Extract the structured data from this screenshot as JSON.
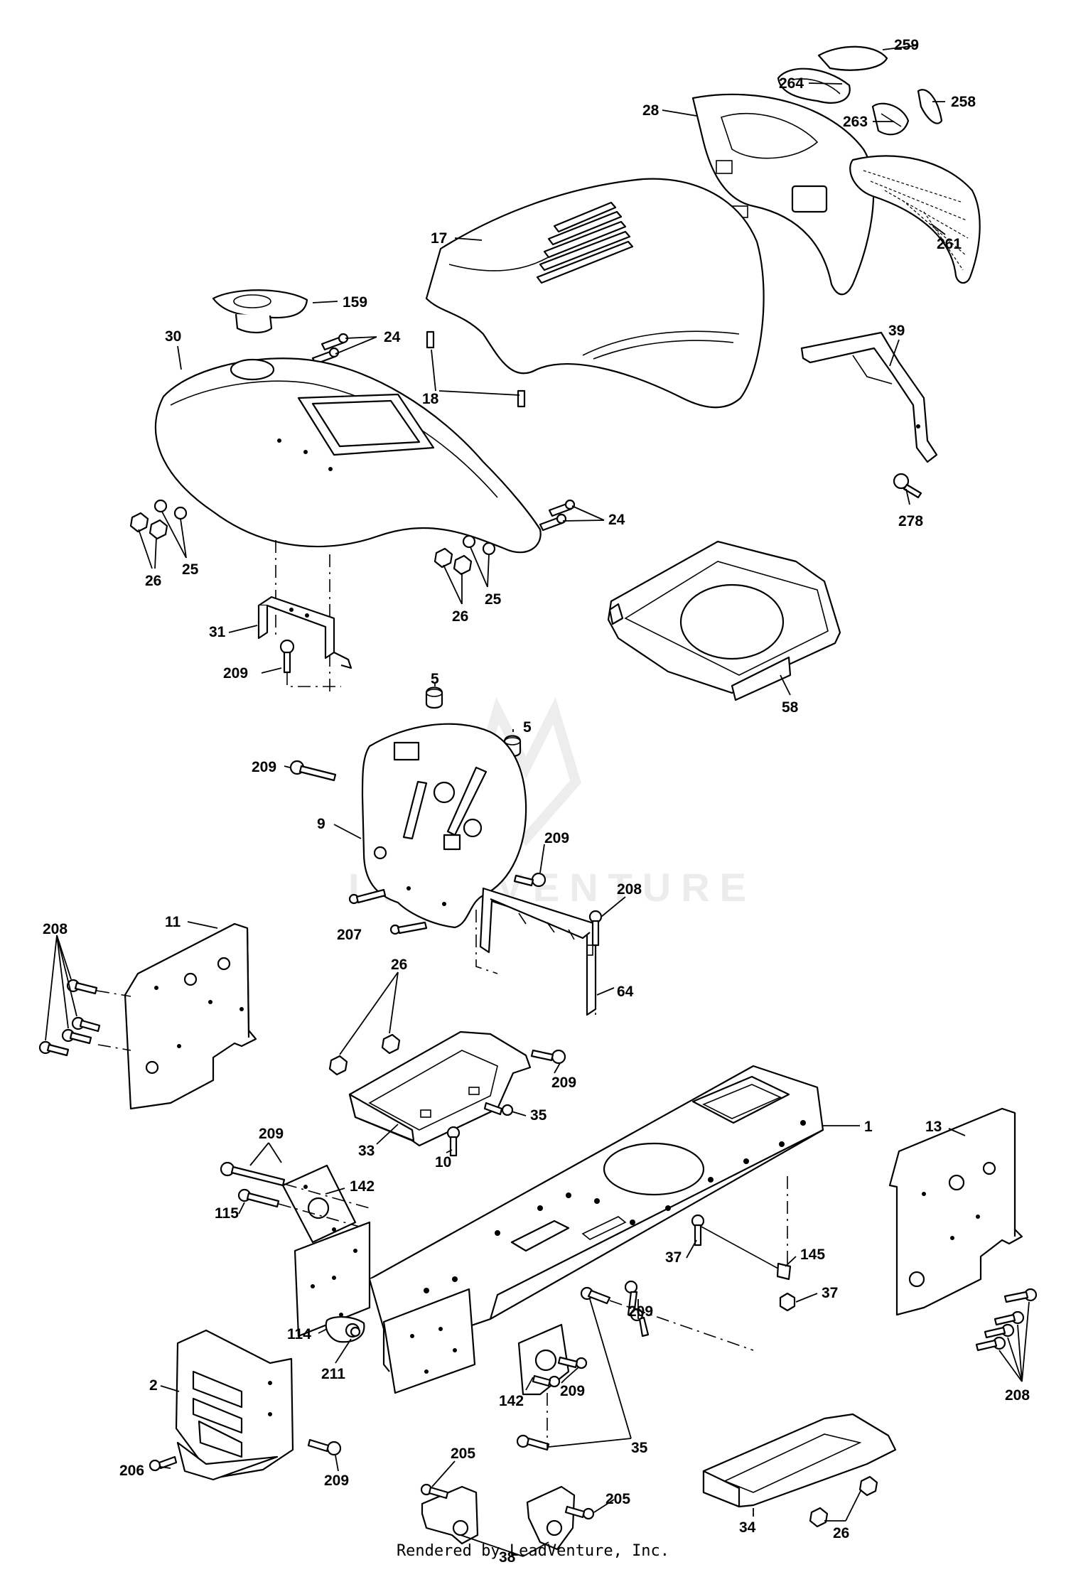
{
  "watermark": "LEADVENTURE",
  "footer": "Rendered by LeadVenture, Inc.",
  "callouts": [
    {
      "id": "c259",
      "label": "259"
    },
    {
      "id": "c264",
      "label": "264"
    },
    {
      "id": "c258",
      "label": "258"
    },
    {
      "id": "c28",
      "label": "28"
    },
    {
      "id": "c263",
      "label": "263"
    },
    {
      "id": "c17",
      "label": "17"
    },
    {
      "id": "c261",
      "label": "261"
    },
    {
      "id": "c159",
      "label": "159"
    },
    {
      "id": "c30",
      "label": "30"
    },
    {
      "id": "c24a",
      "label": "24"
    },
    {
      "id": "c18",
      "label": "18"
    },
    {
      "id": "c39",
      "label": "39"
    },
    {
      "id": "c278",
      "label": "278"
    },
    {
      "id": "c24b",
      "label": "24"
    },
    {
      "id": "c26a",
      "label": "26"
    },
    {
      "id": "c25a",
      "label": "25"
    },
    {
      "id": "c26b",
      "label": "26"
    },
    {
      "id": "c25b",
      "label": "25"
    },
    {
      "id": "c31",
      "label": "31"
    },
    {
      "id": "c209a",
      "label": "209"
    },
    {
      "id": "c58",
      "label": "58"
    },
    {
      "id": "c5a",
      "label": "5"
    },
    {
      "id": "c5b",
      "label": "5"
    },
    {
      "id": "c209b",
      "label": "209"
    },
    {
      "id": "c9",
      "label": "9"
    },
    {
      "id": "c209c",
      "label": "209"
    },
    {
      "id": "c208a",
      "label": "208"
    },
    {
      "id": "c207",
      "label": "207"
    },
    {
      "id": "c208b",
      "label": "208"
    },
    {
      "id": "c11",
      "label": "11"
    },
    {
      "id": "c64",
      "label": "64"
    },
    {
      "id": "c26c",
      "label": "26"
    },
    {
      "id": "c209d",
      "label": "209"
    },
    {
      "id": "c35a",
      "label": "35"
    },
    {
      "id": "c33",
      "label": "33"
    },
    {
      "id": "c10",
      "label": "10"
    },
    {
      "id": "c1",
      "label": "1"
    },
    {
      "id": "c13",
      "label": "13"
    },
    {
      "id": "c209e",
      "label": "209"
    },
    {
      "id": "c142a",
      "label": "142"
    },
    {
      "id": "c115",
      "label": "115"
    },
    {
      "id": "c37a",
      "label": "37"
    },
    {
      "id": "c145",
      "label": "145"
    },
    {
      "id": "c37b",
      "label": "37"
    },
    {
      "id": "c209f",
      "label": "209"
    },
    {
      "id": "c114",
      "label": "114"
    },
    {
      "id": "c211",
      "label": "211"
    },
    {
      "id": "c142b",
      "label": "142"
    },
    {
      "id": "c209g",
      "label": "209"
    },
    {
      "id": "c208c",
      "label": "208"
    },
    {
      "id": "c2",
      "label": "2"
    },
    {
      "id": "c35b",
      "label": "35"
    },
    {
      "id": "c206",
      "label": "206"
    },
    {
      "id": "c209h",
      "label": "209"
    },
    {
      "id": "c205a",
      "label": "205"
    },
    {
      "id": "c205b",
      "label": "205"
    },
    {
      "id": "c34",
      "label": "34"
    },
    {
      "id": "c26d",
      "label": "26"
    },
    {
      "id": "c38",
      "label": "38"
    }
  ]
}
